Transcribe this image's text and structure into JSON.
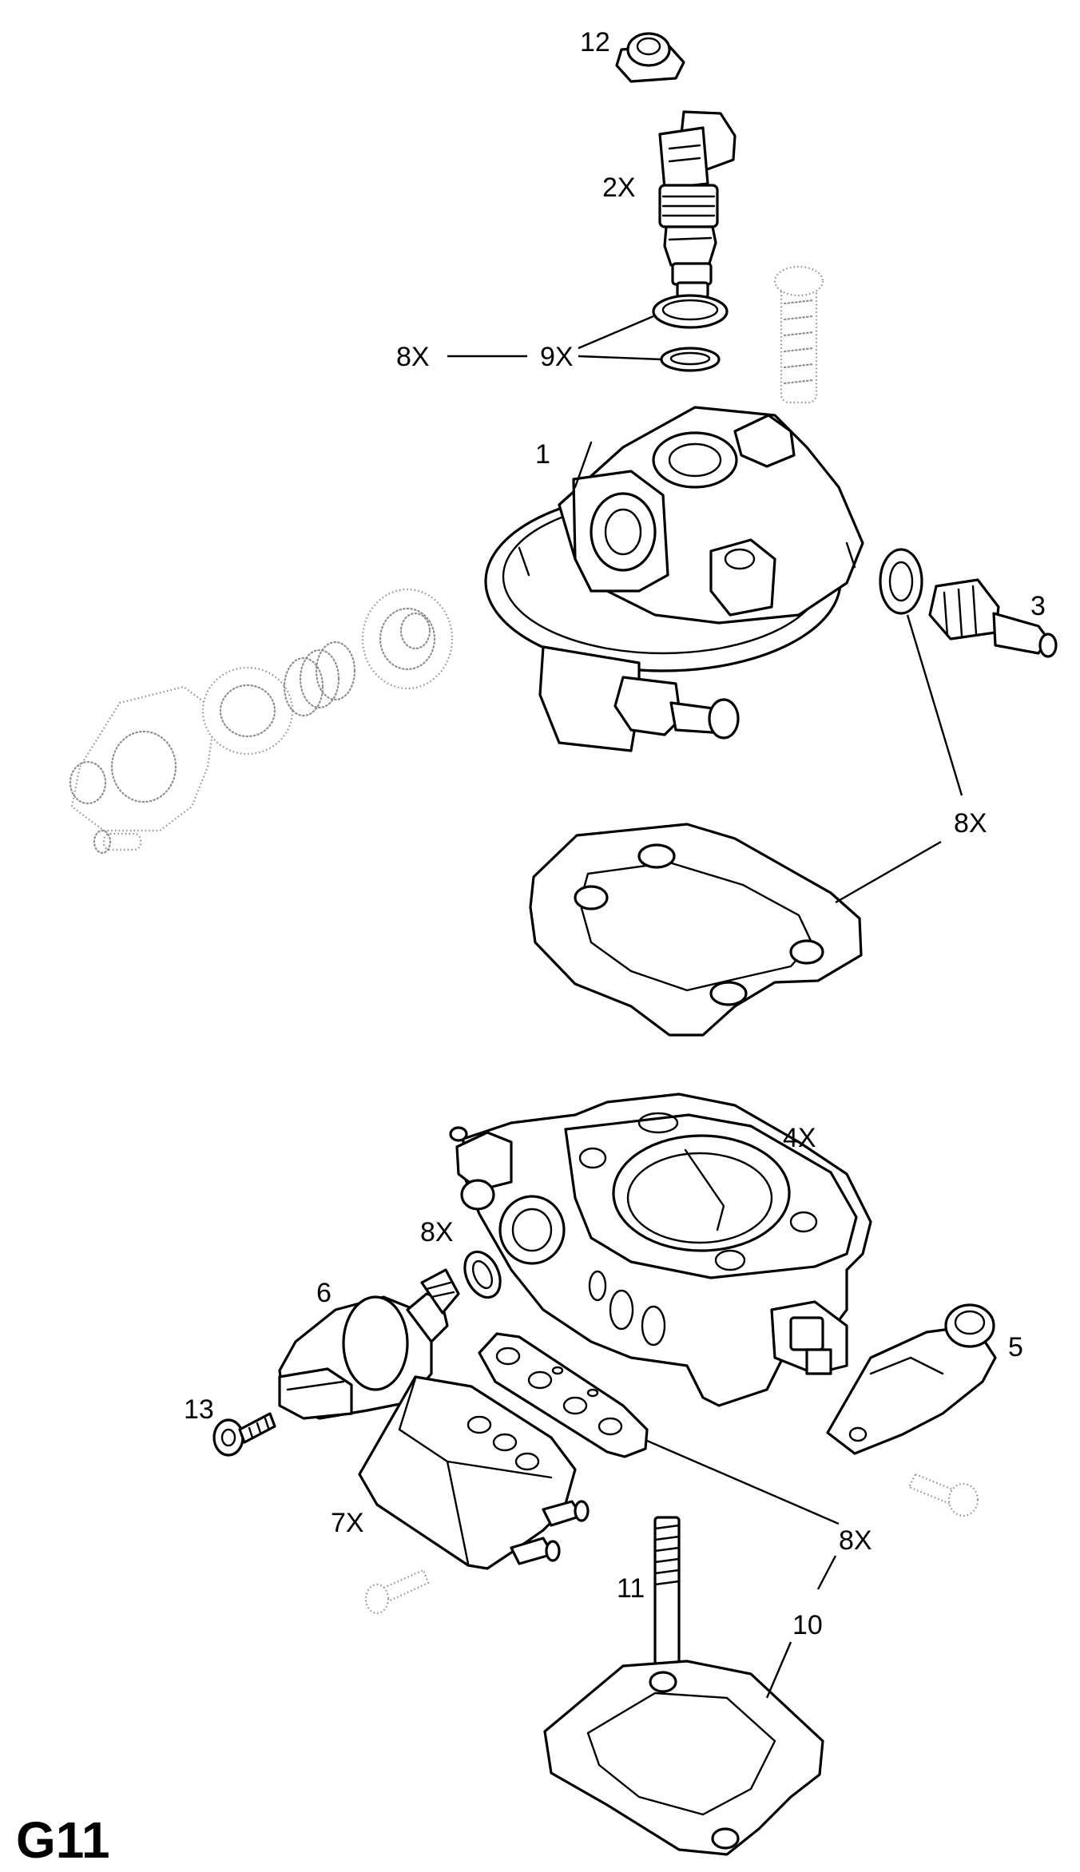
{
  "page_label": "G11",
  "callouts": {
    "c12": "12",
    "c2x": "2X",
    "c8x_top": "8X",
    "c9x": "9X",
    "c1": "1",
    "c3": "3",
    "c8x_right": "8X",
    "c4x": "4X",
    "c8x_mid": "8X",
    "c6": "6",
    "c5": "5",
    "c13": "13",
    "c7x": "7X",
    "c8x_bottom": "8X",
    "c11": "11",
    "c10": "10"
  },
  "icons": [
    "nut-icon",
    "injector-icon",
    "o-ring-icon",
    "bolt-icon",
    "housing-icon",
    "sensor-icon",
    "gasket-icon",
    "throttle-body-icon",
    "motor-icon",
    "screw-icon",
    "stud-icon"
  ]
}
